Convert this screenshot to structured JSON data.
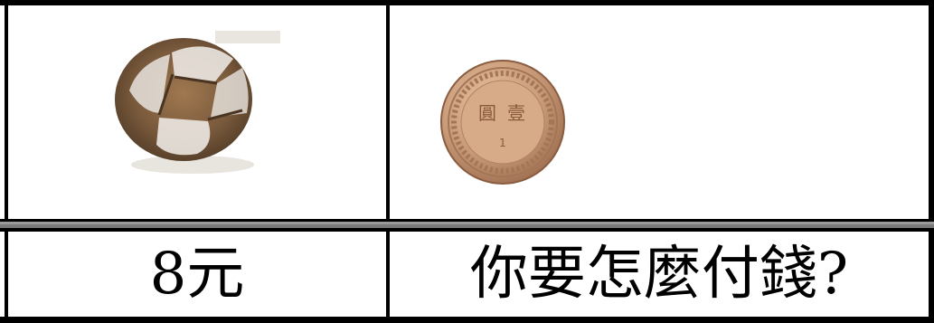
{
  "table": {
    "price_label": "8元",
    "question_label": "你要怎麼付錢?"
  },
  "coin": {
    "face_text_left": "圓",
    "face_text_right": "壹",
    "face_numeral": "1"
  }
}
